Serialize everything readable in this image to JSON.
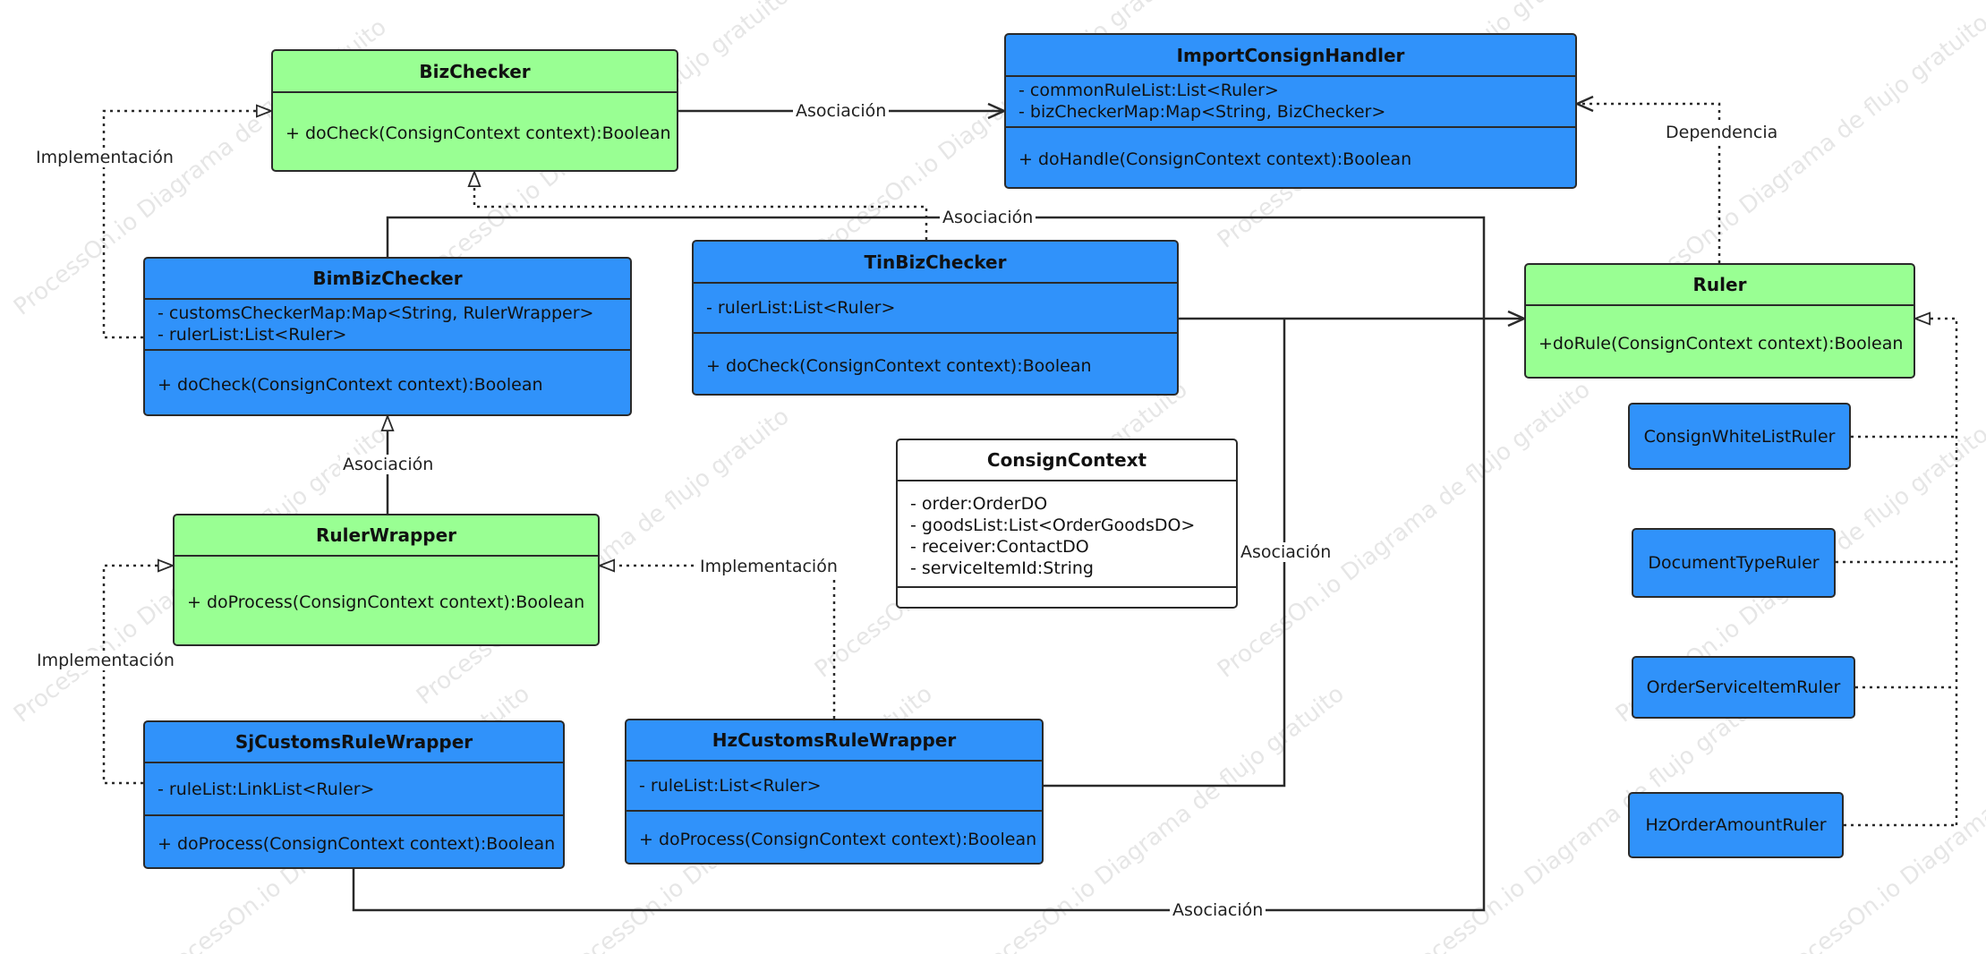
{
  "watermark": "ProcessOn.io Diagrama de flujo gratuito",
  "colors": {
    "class_blue": "#3092fa",
    "class_green": "#99ff93",
    "line": "#2a2a2a"
  },
  "classes": {
    "bizchecker": {
      "name": "BizChecker",
      "attributes": [],
      "methods": [
        "+ doCheck(ConsignContext context):Boolean"
      ]
    },
    "import_handler": {
      "name": "ImportConsignHandler",
      "attributes": [
        "- commonRuleList:List<Ruler>",
        "- bizCheckerMap:Map<String, BizChecker>"
      ],
      "methods": [
        "+ doHandle(ConsignContext context):Boolean"
      ]
    },
    "bim": {
      "name": "BimBizChecker",
      "attributes": [
        "- customsCheckerMap:Map<String, RulerWrapper>",
        "- rulerList:List<Ruler>"
      ],
      "methods": [
        "+  doCheck(ConsignContext context):Boolean"
      ]
    },
    "tin": {
      "name": "TinBizChecker",
      "attributes": [
        "- rulerList:List<Ruler>"
      ],
      "methods": [
        "+  doCheck(ConsignContext context):Boolean"
      ]
    },
    "ruler": {
      "name": "Ruler",
      "methods": [
        "+doRule(ConsignContext context):Boolean"
      ]
    },
    "context": {
      "name": "ConsignContext",
      "attributes": [
        "- order:OrderDO",
        "- goodsList:List<OrderGoodsDO>",
        "- receiver:ContactDO",
        "- serviceItemId:String"
      ],
      "methods": []
    },
    "wrapper": {
      "name": "RulerWrapper",
      "attributes": [],
      "methods": [
        "+ doProcess(ConsignContext context):Boolean"
      ]
    },
    "sj": {
      "name": "SjCustomsRuleWrapper",
      "attributes": [
        "- ruleList:LinkList<Ruler>"
      ],
      "methods": [
        "+ doProcess(ConsignContext context):Boolean"
      ]
    },
    "hz": {
      "name": "HzCustomsRuleWrapper",
      "attributes": [
        "- ruleList:List<Ruler>"
      ],
      "methods": [
        "+ doProcess(ConsignContext context):Boolean"
      ]
    }
  },
  "rulers": {
    "white_list": "ConsignWhiteListRuler",
    "doc_type": "DocumentTypeRuler",
    "order_service": "OrderServiceItemRuler",
    "hz_amount": "HzOrderAmountRuler"
  },
  "labels": {
    "assoc_biz_import": "Asociación",
    "impl_bim": "Implementación",
    "dependencia": "Dependencia",
    "assoc_tin_top": "Asociación",
    "assoc_wrapper_bim": "Asociación",
    "impl_hz": "Implementación",
    "impl_sj": "Implementación",
    "assoc_hz_ruler": "Asociación",
    "assoc_bottom": "Asociación"
  }
}
